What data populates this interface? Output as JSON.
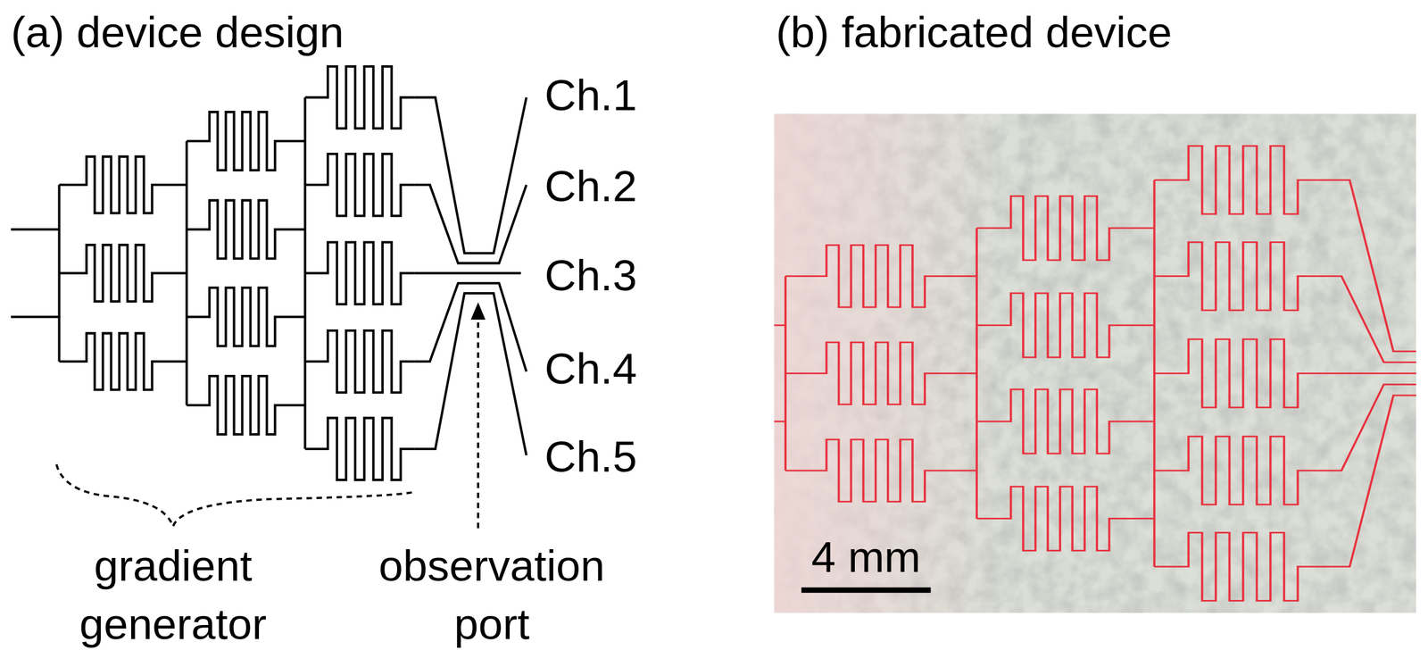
{
  "diagram": {
    "labels": [
      "(a) device design",
      "(b) fabricated device",
      "Ch.1",
      "Ch.2",
      "Ch.3",
      "Ch.4",
      "Ch.5",
      "gradient generator",
      "observation port",
      "4 mm"
    ]
  }
}
